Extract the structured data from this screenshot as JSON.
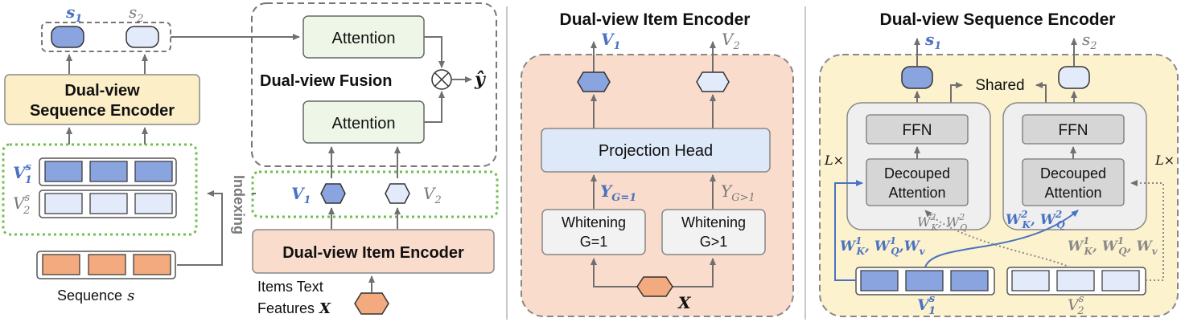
{
  "colors": {
    "blue": "#4a72c2",
    "blue_fill": "#8aa4df",
    "light_blue_fill": "#e3ebfb",
    "orange_fill": "#f2aa7e",
    "green_fill": "#eef6e8",
    "green_dot": "#72bf4f",
    "yellow_fill": "#fcefc8",
    "yellow_panel": "#fdf2ce",
    "salmon_panel": "#f9dccb",
    "proj_fill": "#dde9f8",
    "gray": "#7a7a7a",
    "dark": "#222222"
  },
  "left": {
    "s1": "s",
    "s1_sub": "1",
    "s2": "s",
    "s2_sub": "2",
    "attention_top": "Attention",
    "attention_bottom": "Attention",
    "fusion_label": "Dual-view Fusion",
    "y_hat": "ŷ",
    "seq_encoder_line1": "Dual-view",
    "seq_encoder_line2": "Sequence Encoder",
    "v1s": "V",
    "v1s_sub": "1",
    "v1s_sup": "s",
    "v2s": "V",
    "v2s_sub": "2",
    "v2s_sup": "s",
    "v1": "V",
    "v1_sub": "1",
    "v2": "V",
    "v2_sub": "2",
    "indexing": "Indexing",
    "item_encoder": "Dual-view Item Encoder",
    "sequence_label": "Sequence",
    "sequence_var": "s",
    "items_text_line1": "Items Text",
    "items_text_line2": "Features",
    "items_var": "X"
  },
  "middle": {
    "title": "Dual-view Item Encoder",
    "v1": "V",
    "v1_sub": "1",
    "v2": "V",
    "v2_sub": "2",
    "projection_head": "Projection Head",
    "y_g1": "Y",
    "y_g1_sub": "G=1",
    "y_g2": "Y",
    "y_g2_sub": "G>1",
    "whitening1_line1": "Whitening",
    "whitening1_line2": "G=1",
    "whitening2_line1": "Whitening",
    "whitening2_line2": "G>1",
    "x_var": "X"
  },
  "right": {
    "title": "Dual-view Sequence Encoder",
    "s1": "s",
    "s1_sub": "1",
    "s2": "s",
    "s2_sub": "2",
    "shared": "Shared",
    "ffn_left": "FFN",
    "ffn_right": "FFN",
    "attn_left_line1": "Decouped",
    "attn_left_line2": "Attention",
    "attn_right_line1": "Decouped",
    "attn_right_line2": "Attention",
    "lx_left": "L×",
    "lx_right": "L×",
    "w2_gray": "W",
    "w2_gray_rest": "K",
    "w2_gray_sup": "2",
    "w2_gray_q": "W",
    "w2_gray_q_sub": "Q",
    "w2_gray_q_sup": "2",
    "w2_blue_k": "W",
    "w2_blue_k_sub": "K",
    "w2_blue_k_sup": "2",
    "w2_blue_q": "W",
    "w2_blue_q_sub": "Q",
    "w2_blue_q_sup": "2",
    "w1_blue_k": "W",
    "w1_blue_k_sub": "K",
    "w1_blue_k_sup": "1",
    "w1_blue_q": "W",
    "w1_blue_q_sub": "Q",
    "w1_blue_q_sup": "1",
    "w1_blue_v": "W",
    "w1_blue_v_sub": "v",
    "w1_gray_k": "W",
    "w1_gray_k_sub": "K",
    "w1_gray_k_sup": "1",
    "w1_gray_q": "W",
    "w1_gray_q_sub": "Q",
    "w1_gray_q_sup": "1",
    "w1_gray_v": "W",
    "w1_gray_v_sub": "v",
    "v1s": "V",
    "v1s_sub": "1",
    "v1s_sup": "s",
    "v2s": "V",
    "v2s_sub": "2",
    "v2s_sup": "s"
  }
}
